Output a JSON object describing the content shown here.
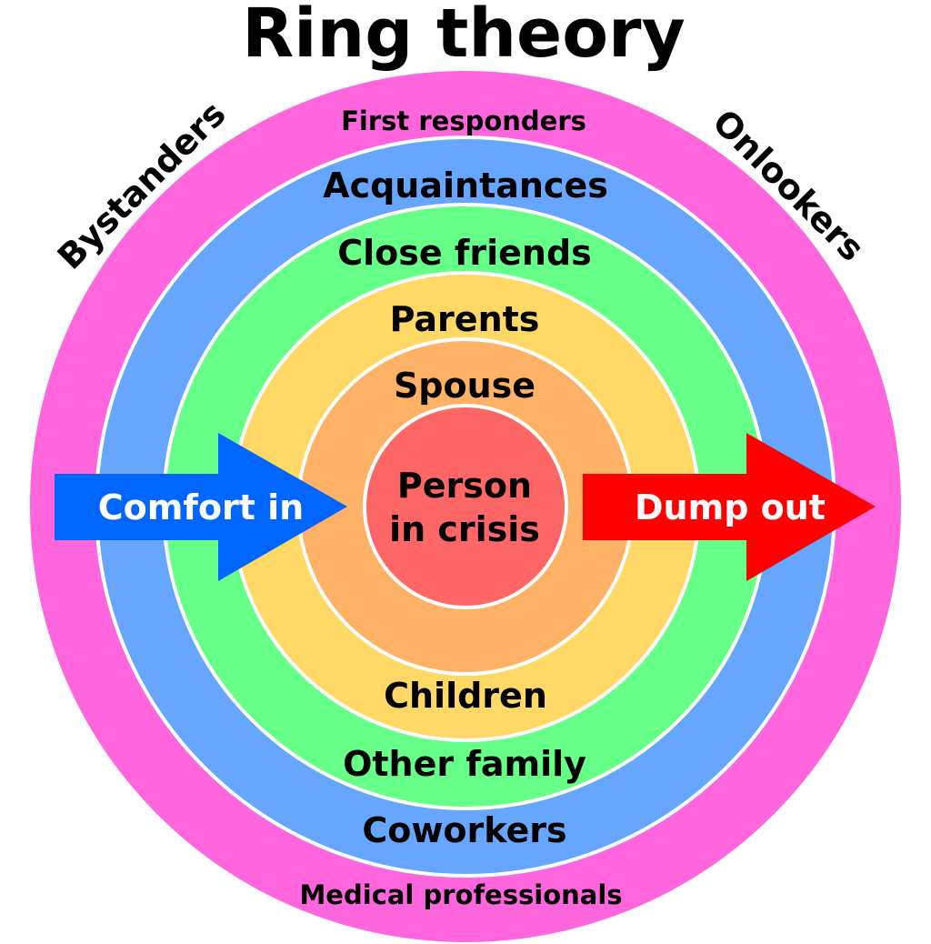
{
  "title": "Ring theory",
  "colors": {
    "outer": "#ff66dd",
    "acquaintances": "#66a6ff",
    "friends": "#66ff88",
    "family": "#ffd866",
    "spouse": "#ffb266",
    "center": "#ff6666",
    "comfort_arrow": "#0066ff",
    "dump_arrow": "#ff0000"
  },
  "rings": {
    "outer_top": "First responders",
    "outer_bottom": "Medical professionals",
    "acquaintances_top": "Acquaintances",
    "acquaintances_bottom": "Coworkers",
    "friends_top": "Close friends",
    "friends_bottom": "Other family",
    "family_top": "Parents",
    "family_bottom": "Children",
    "spouse_top": "Spouse"
  },
  "center": {
    "line1": "Person",
    "line2": "in crisis"
  },
  "corners": {
    "left": "Bystanders",
    "right": "Onlookers"
  },
  "arrows": {
    "comfort": "Comfort in",
    "dump": "Dump out"
  }
}
